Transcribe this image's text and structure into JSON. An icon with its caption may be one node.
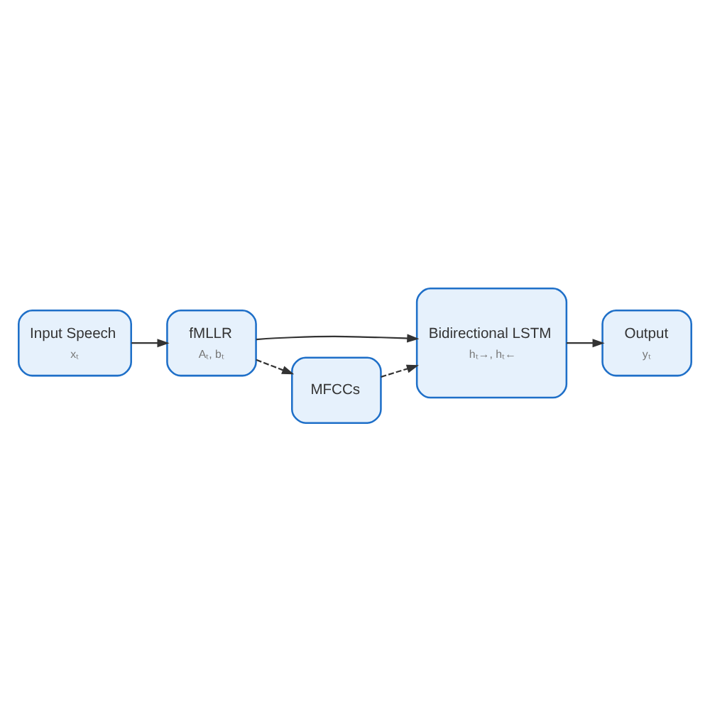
{
  "diagram": {
    "nodes": [
      {
        "text": [
          "Input Speech",
          "xₜ"
        ]
      },
      {
        "text": [
          "fMLLR",
          "Aₜ, bₜ"
        ]
      },
      {
        "text": [
          "Bidirectional LSTM",
          "hₜ→, hₜ←"
        ]
      },
      {
        "text": [
          "Output",
          "yₜ"
        ]
      },
      {
        "text": [
          "MFCCs"
        ]
      }
    ],
    "edges": [
      {
        "from": 0,
        "to": 1,
        "arrow": "to"
      },
      {
        "from": 1,
        "to": 2,
        "arrow": "to"
      },
      {
        "from": 2,
        "to": 3,
        "arrow": "to"
      },
      {
        "from": 1,
        "to": 4,
        "arrow": "to",
        "style": "dashed"
      },
      {
        "from": 4,
        "to": 2,
        "arrow": "to",
        "style": "dashed"
      }
    ]
  }
}
